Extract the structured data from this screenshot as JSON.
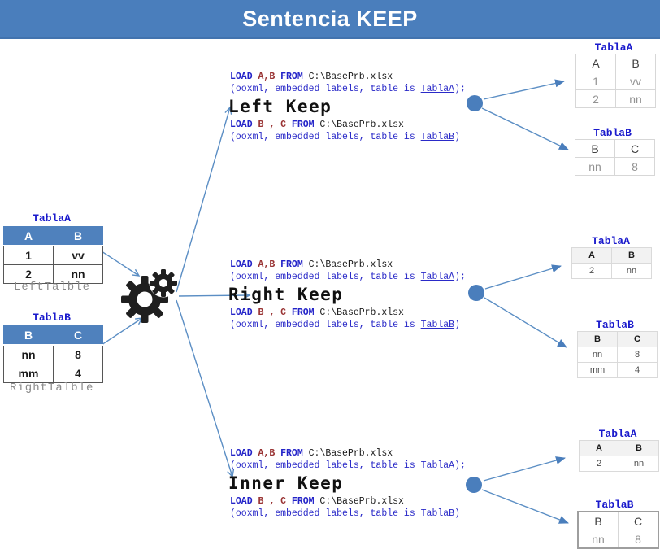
{
  "title": "Sentencia KEEP",
  "colors": {
    "accent": "#4a7ebc",
    "table_header_blue": "#4f81bd",
    "code_keyword_blue": "#2323c8",
    "code_field_maroon": "#993333",
    "label_blue": "#1a1acc",
    "arrow_blue": "#5b8ec4"
  },
  "icons": {
    "process": "gears-icon",
    "branch": "branch-dot"
  },
  "left_panel": {
    "tablaA": {
      "label": "TablaA",
      "caption": "LeftTalble",
      "headers": [
        "A",
        "B"
      ],
      "rows": [
        [
          "1",
          "vv"
        ],
        [
          "2",
          "nn"
        ]
      ]
    },
    "tablaB": {
      "label": "TablaB",
      "caption": "RightTalble",
      "headers": [
        "B",
        "C"
      ],
      "rows": [
        [
          "nn",
          "8"
        ],
        [
          "mm",
          "4"
        ]
      ]
    }
  },
  "sections": [
    {
      "heading": "Left Keep",
      "load1": {
        "kw1": "LOAD",
        "fields": " A,B ",
        "kw2": "FROM",
        "path": " C:\\BasePrb.xlsx"
      },
      "spec1": {
        "pre": "(ooxml, embedded labels, table is ",
        "table": "TablaA",
        "post": ");"
      },
      "load2": {
        "kw1": "LOAD",
        "fields": " B , C ",
        "kw2": "FROM",
        "path": " C:\\BasePrb.xlsx"
      },
      "spec2": {
        "pre": "(ooxml, embedded labels, table is ",
        "table": "TablaB",
        "post": ")"
      },
      "resultA": {
        "label": "TablaA",
        "headers": [
          "A",
          "B"
        ],
        "rows": [
          [
            "1",
            "vv"
          ],
          [
            "2",
            "nn"
          ]
        ]
      },
      "resultB": {
        "label": "TablaB",
        "headers": [
          "B",
          "C"
        ],
        "rows": [
          [
            "nn",
            "8"
          ]
        ]
      }
    },
    {
      "heading": "Right Keep",
      "load1": {
        "kw1": "LOAD",
        "fields": " A,B ",
        "kw2": "FROM",
        "path": " C:\\BasePrb.xlsx"
      },
      "spec1": {
        "pre": "(ooxml, embedded labels, table is ",
        "table": "TablaA",
        "post": ");"
      },
      "load2": {
        "kw1": "LOAD",
        "fields": " B , C ",
        "kw2": "FROM",
        "path": " C:\\BasePrb.xlsx"
      },
      "spec2": {
        "pre": "(ooxml, embedded labels, table is ",
        "table": "TablaB",
        "post": ")"
      },
      "resultA": {
        "label": "TablaA",
        "headers": [
          "A",
          "B"
        ],
        "rows": [
          [
            "2",
            "nn"
          ]
        ]
      },
      "resultB": {
        "label": "TablaB",
        "headers": [
          "B",
          "C"
        ],
        "rows": [
          [
            "nn",
            "8"
          ],
          [
            "mm",
            "4"
          ]
        ]
      }
    },
    {
      "heading": "Inner Keep",
      "load1": {
        "kw1": "LOAD",
        "fields": " A,B ",
        "kw2": "FROM",
        "path": " C:\\BasePrb.xlsx"
      },
      "spec1": {
        "pre": "(ooxml, embedded labels, table is ",
        "table": "TablaA",
        "post": ");"
      },
      "load2": {
        "kw1": "LOAD",
        "fields": " B , C ",
        "kw2": "FROM",
        "path": " C:\\BasePrb.xlsx"
      },
      "spec2": {
        "pre": "(ooxml, embedded labels, table is ",
        "table": "TablaB",
        "post": ")"
      },
      "resultA": {
        "label": "TablaA",
        "headers": [
          "A",
          "B"
        ],
        "rows": [
          [
            "2",
            "nn"
          ]
        ]
      },
      "resultB": {
        "label": "TablaB",
        "headers": [
          "B",
          "C"
        ],
        "rows": [
          [
            "nn",
            "8"
          ]
        ]
      }
    }
  ]
}
